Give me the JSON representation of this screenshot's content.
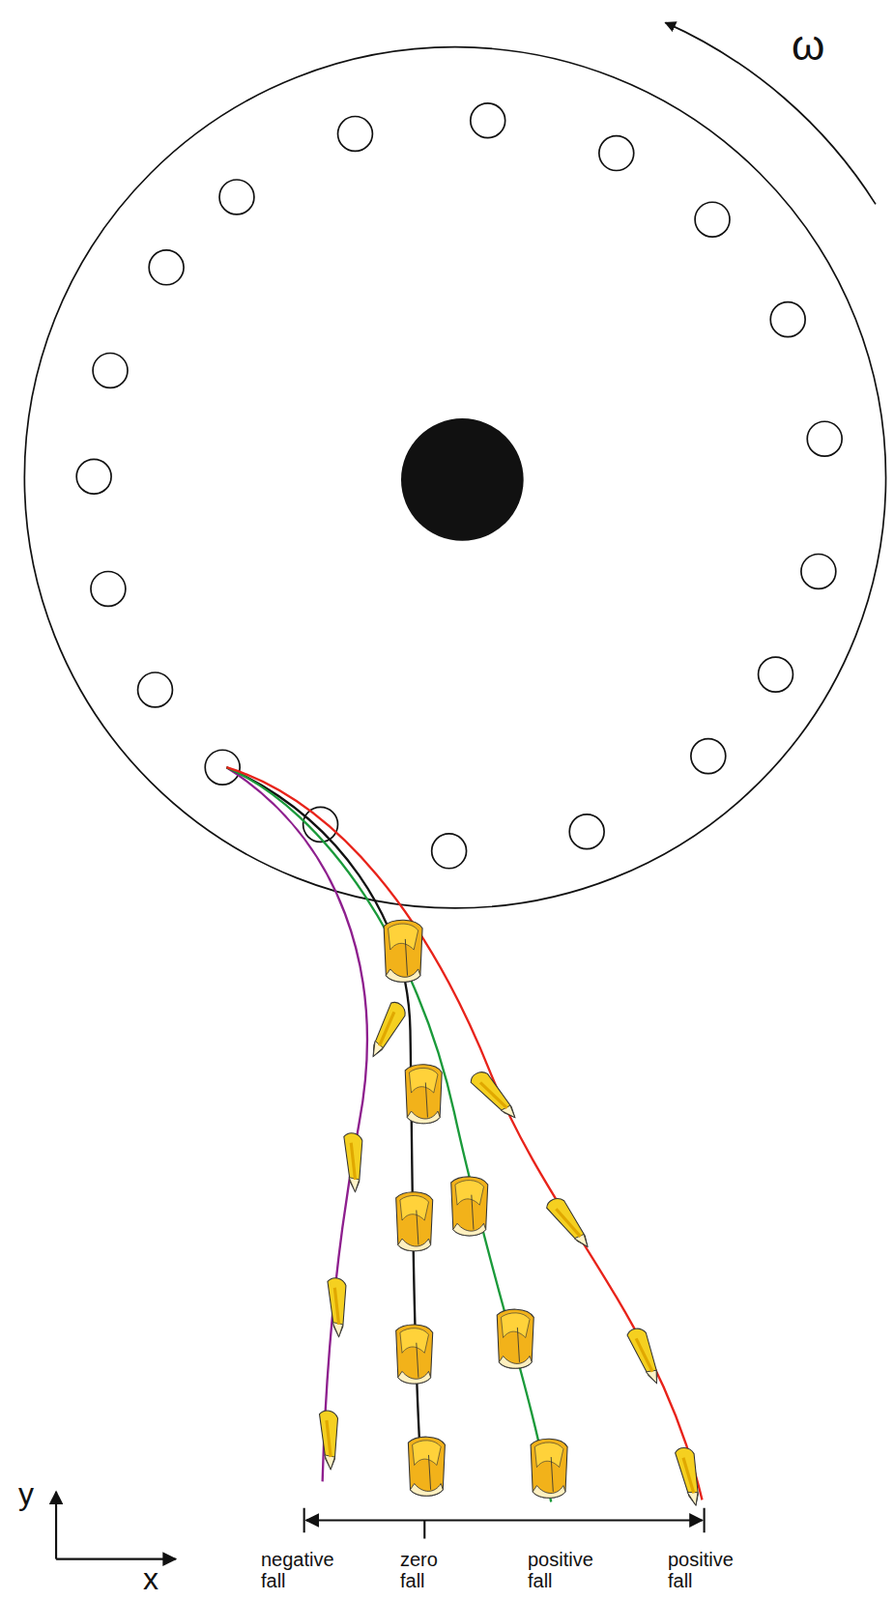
{
  "diagram": {
    "labels": [
      "ω",
      "y",
      "x",
      "negative fall",
      "zero fall",
      "positive fall",
      "positive fall"
    ]
  }
}
